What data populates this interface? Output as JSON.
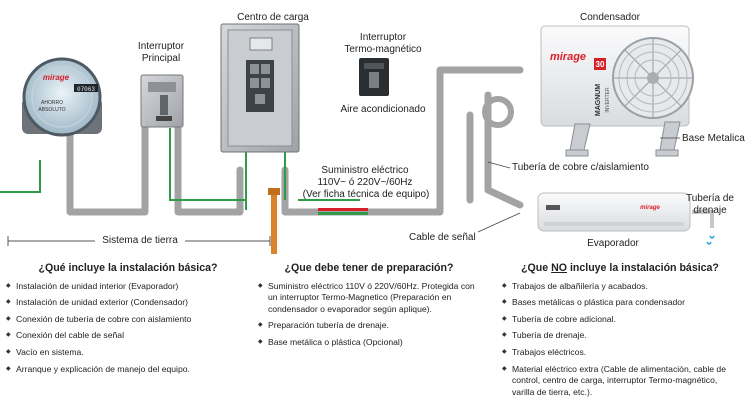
{
  "labels": {
    "centro_carga": "Centro de carga",
    "interruptor_principal_1": "Interruptor",
    "interruptor_principal_2": "Principal",
    "interruptor_termo_1": "Interruptor",
    "interruptor_termo_2": "Termo-magnético",
    "aire_acondicionado": "Aire acondicionado",
    "condensador": "Condensador",
    "base_metalica": "Base Metalica",
    "tuberia_cobre": "Tubería de cobre c/aislamiento",
    "suministro_1": "Suministro eléctrico",
    "suministro_2": "110V~ ó 220V~/60Hz",
    "suministro_3": "(Ver ficha técnica de equipo)",
    "cable_senal": "Cable de señal",
    "evaporador": "Evaporador",
    "tuberia_drenaje_1": "Tubería de",
    "tuberia_drenaje_2": "drenaje",
    "sistema_tierra": "Sistema de tierra"
  },
  "brand": {
    "name": "mirage",
    "meter_text_1": "AHORRO",
    "meter_text_2": "ABSOLUTO",
    "meter_digits": "07063",
    "condenser_model": "MAGNUM",
    "condenser_badge": "30",
    "condenser_sub": "INVERTER",
    "evaporator_logo": "mirage"
  },
  "columns": {
    "incluye": {
      "title": "¿Qué incluye la instalación básica?",
      "items": [
        "Instalación de unidad interior (Evaporador)",
        "Instalación de unidad exterior (Condensador)",
        "Conexión de tubería de cobre con aislamiento",
        "Conexión del cable de señal",
        "Vacío en sistema.",
        "Arranque y explicación de manejo del equipo."
      ]
    },
    "preparacion": {
      "title": "¿Que debe tener de preparación?",
      "items": [
        "Suministro eléctrico 110V ó 220V/60Hz. Protegida con un interruptor Termo-Magnetico (Preparación en condensador o evaporador según aplique).",
        "Preparación tubería de drenaje.",
        "Base metálica o plástica (Opcional)"
      ]
    },
    "no_incluye": {
      "title_pre": "¿Que ",
      "title_no": "NO",
      "title_post": " incluye la instalación básica?",
      "items": [
        "Trabajos de albañilería y acabados.",
        "Bases metálicas o plástica para condensador",
        "Tubería de cobre adicional.",
        "Tubería de drenaje.",
        "Trabajos eléctricos.",
        "Material eléctrico extra (Cable de alimentación, cable de control, centro de carga, interruptor Termo-magnético, varilla de tierra, etc.)."
      ]
    }
  },
  "colors": {
    "pipe": "#9c9c9c",
    "ground_wire": "#2e9a4a",
    "ground_rod": "#d9842b",
    "brand_red": "#d6202a",
    "panel": "#b9bcc0",
    "unit": "#f3f4f5"
  }
}
